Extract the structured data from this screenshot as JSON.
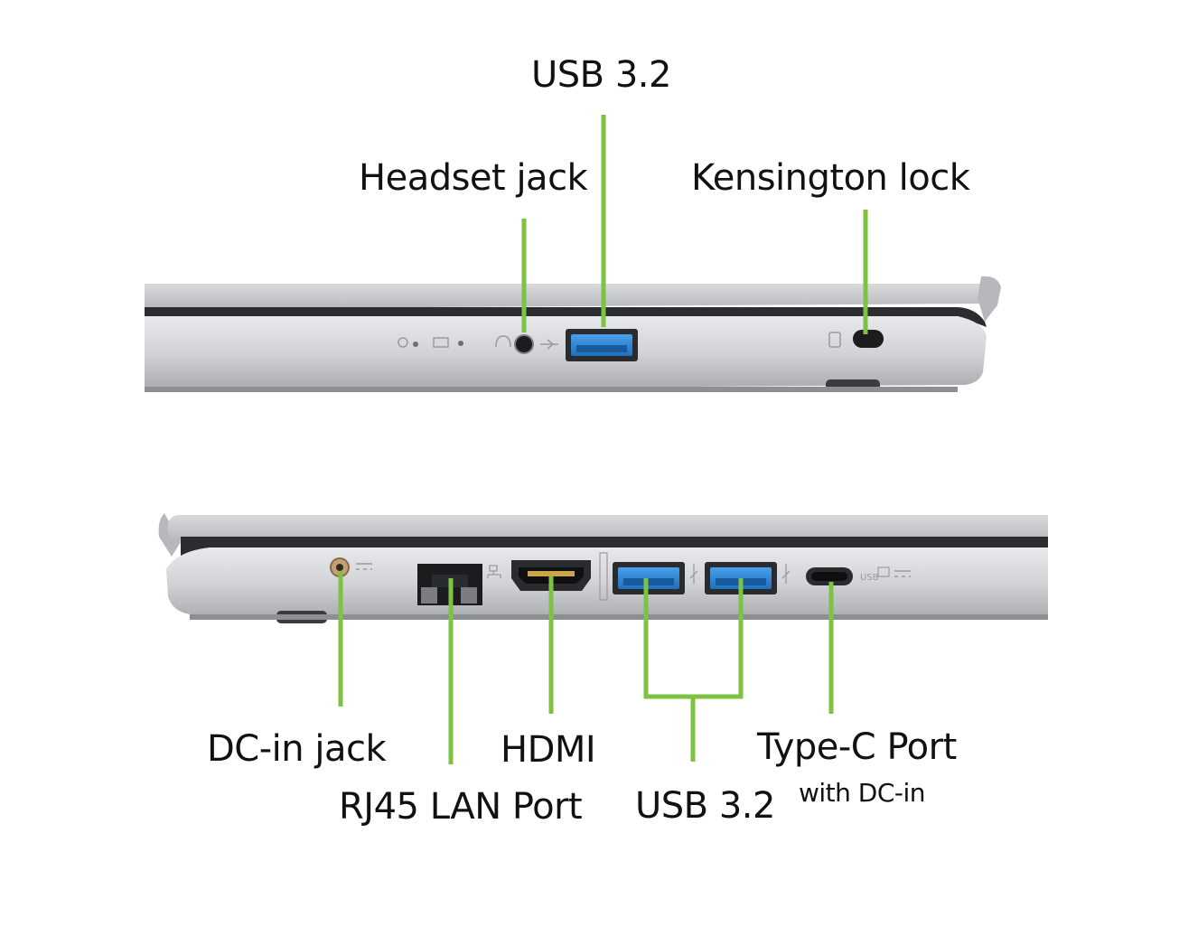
{
  "colors": {
    "callout": "#7dc242",
    "chassis": "#c9cacd",
    "chassis_light": "#e4e5e8",
    "bezel": "#2b2c30",
    "usb_blue": "#2f86d6",
    "port_black": "#1c1c1e",
    "dc_ring": "#b07a3c"
  },
  "right_side": {
    "labels": {
      "usb": "USB 3.2",
      "headset": "Headset jack",
      "kensington": "Kensington lock"
    },
    "icons": [
      "power-led-icon",
      "battery-led-icon",
      "headset-icon",
      "usb-symbol-icon",
      "kensington-icon"
    ]
  },
  "left_side": {
    "labels": {
      "dc_in": "DC-in jack",
      "rj45": "RJ45 LAN Port",
      "hdmi": "HDMI",
      "usb": "USB 3.2",
      "typec": "Type-C Port",
      "typec_sub": "with DC-in"
    },
    "icons": [
      "dc-symbol-icon",
      "network-icon",
      "hdmi-logo-icon",
      "usb-symbol-icon",
      "usb-symbol-icon",
      "usb-c-power-icon",
      "dc-symbol-icon"
    ]
  }
}
